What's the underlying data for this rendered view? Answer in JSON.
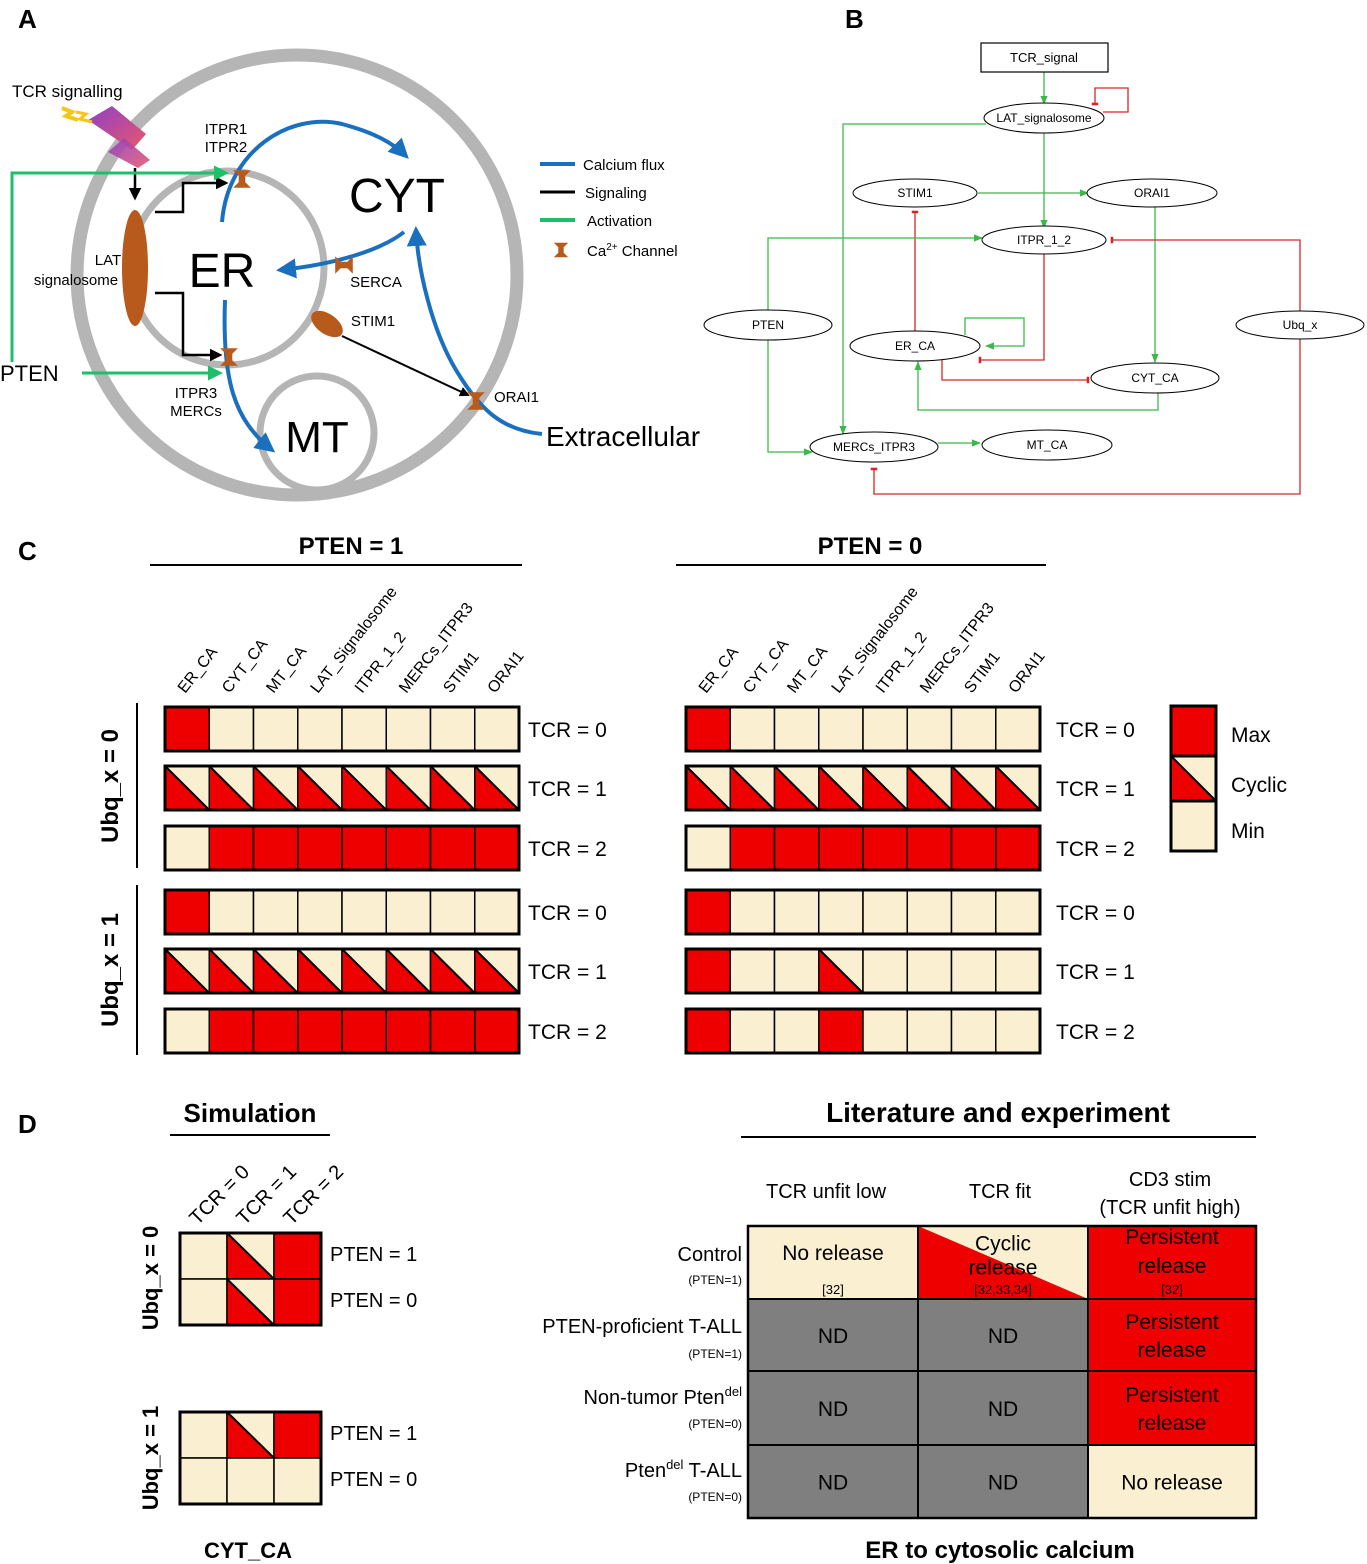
{
  "colors": {
    "max": "#ee0000",
    "min": "#fbefd2",
    "nd": "#7f7f7f",
    "calcium": "#1b6fbf",
    "signaling": "#000000",
    "activation": "#1fbf6a",
    "channel": "#b85a1c",
    "inhibit": "#d62728",
    "activate": "#3cb84a",
    "membrane": "#b5b5b5"
  },
  "panel_a": {
    "letter": "A",
    "tcr_signalling": "TCR signalling",
    "itpr12_line1": "ITPR1",
    "itpr12_line2": "ITPR2",
    "cyt": "CYT",
    "er": "ER",
    "mt": "MT",
    "lat_line1": "LAT",
    "lat_line2": "signalosome",
    "serca": "SERCA",
    "stim1": "STIM1",
    "pten": "PTEN",
    "itpr3_line1": "ITPR3",
    "itpr3_line2": "MERCs",
    "orai1": "ORAI1",
    "extracellular": "Extracellular",
    "legend": {
      "calcium_flux": "Calcium flux",
      "signaling": "Signaling",
      "activation": "Activation",
      "channel_prefix": "Ca",
      "channel_sup": "2+",
      "channel_suffix": " Channel"
    }
  },
  "panel_b": {
    "letter": "B",
    "nodes": {
      "tcr_signal": "TCR_signal",
      "lat": "LAT_signalosome",
      "stim1": "STIM1",
      "orai1": "ORAI1",
      "itpr12": "ITPR_1_2",
      "pten": "PTEN",
      "ubq": "Ubq_x",
      "er_ca": "ER_CA",
      "cyt_ca": "CYT_CA",
      "mercs": "MERCs_ITPR3",
      "mt_ca": "MT_CA"
    }
  },
  "panel_c": {
    "letter": "C",
    "col_labels": [
      "ER_CA",
      "CYT_CA",
      "MT_CA",
      "LAT_Signalosome",
      "ITPR_1_2",
      "MERCs_ITPR3",
      "STIM1",
      "ORAI1"
    ],
    "ubq0_label": "Ubq_x = 0",
    "ubq1_label": "Ubq_x = 1",
    "tcr_labels": [
      "TCR = 0",
      "TCR = 1",
      "TCR = 2"
    ],
    "left": {
      "title": "PTEN = 1",
      "ubq0": [
        [
          "max",
          "min",
          "min",
          "min",
          "min",
          "min",
          "min",
          "min"
        ],
        [
          "cyc",
          "cyc",
          "cyc",
          "cyc",
          "cyc",
          "cyc",
          "cyc",
          "cyc"
        ],
        [
          "min",
          "max",
          "max",
          "max",
          "max",
          "max",
          "max",
          "max"
        ]
      ],
      "ubq1": [
        [
          "max",
          "min",
          "min",
          "min",
          "min",
          "min",
          "min",
          "min"
        ],
        [
          "cyc",
          "cyc",
          "cyc",
          "cyc",
          "cyc",
          "cyc",
          "cyc",
          "cyc"
        ],
        [
          "min",
          "max",
          "max",
          "max",
          "max",
          "max",
          "max",
          "max"
        ]
      ]
    },
    "right": {
      "title": "PTEN = 0",
      "ubq0": [
        [
          "max",
          "min",
          "min",
          "min",
          "min",
          "min",
          "min",
          "min"
        ],
        [
          "cyc",
          "cyc",
          "cyc",
          "cyc",
          "cyc",
          "cyc",
          "cyc",
          "cyc"
        ],
        [
          "min",
          "max",
          "max",
          "max",
          "max",
          "max",
          "max",
          "max"
        ]
      ],
      "ubq1": [
        [
          "max",
          "min",
          "min",
          "min",
          "min",
          "min",
          "min",
          "min"
        ],
        [
          "max",
          "min",
          "min",
          "cyc",
          "min",
          "min",
          "min",
          "min"
        ],
        [
          "max",
          "min",
          "min",
          "max",
          "min",
          "min",
          "min",
          "min"
        ]
      ]
    },
    "legend": {
      "max": "Max",
      "cyclic": "Cyclic",
      "min": "Min"
    }
  },
  "panel_d": {
    "letter": "D",
    "simulation": {
      "title": "Simulation",
      "col_labels": [
        "TCR = 0",
        "TCR = 1",
        "TCR = 2"
      ],
      "ubq0_label": "Ubq_x = 0",
      "ubq1_label": "Ubq_x = 1",
      "row_labels": [
        "PTEN = 1",
        "PTEN = 0"
      ],
      "ubq0": [
        [
          "min",
          "cyc",
          "max"
        ],
        [
          "min",
          "cyc",
          "max"
        ]
      ],
      "ubq1": [
        [
          "min",
          "cyc",
          "max"
        ],
        [
          "min",
          "min",
          "min"
        ]
      ],
      "footer": "CYT_CA"
    },
    "literature": {
      "title": "Literature and experiment",
      "col_headers": [
        "TCR unfit low",
        "TCR fit",
        "CD3 stim",
        "(TCR unfit high)"
      ],
      "rows": [
        {
          "label": "Control",
          "sub": "(PTEN=1)"
        },
        {
          "label": "PTEN-proficient T-ALL",
          "sub": "(PTEN=1)"
        },
        {
          "label_prefix": "Non-tumor Pten",
          "label_sup": "del",
          "sub": "(PTEN=0)"
        },
        {
          "label_prefix": "Pten",
          "label_sup": "del",
          "label_suffix": " T-ALL",
          "sub": "(PTEN=0)"
        }
      ],
      "cells": [
        [
          "min",
          "cyc",
          "max"
        ],
        [
          "nd",
          "nd",
          "max"
        ],
        [
          "nd",
          "nd",
          "max"
        ],
        [
          "nd",
          "nd",
          "min"
        ]
      ],
      "texts": {
        "no_release": "No release",
        "cyclic_1": "Cyclic",
        "cyclic_2": "release",
        "persistent_1": "Persistent",
        "persistent_2": "release",
        "nd": "ND",
        "ref_32": "[32]",
        "ref_32_34": "[32,33,34]"
      },
      "footer": "ER to cytosolic calcium"
    }
  }
}
